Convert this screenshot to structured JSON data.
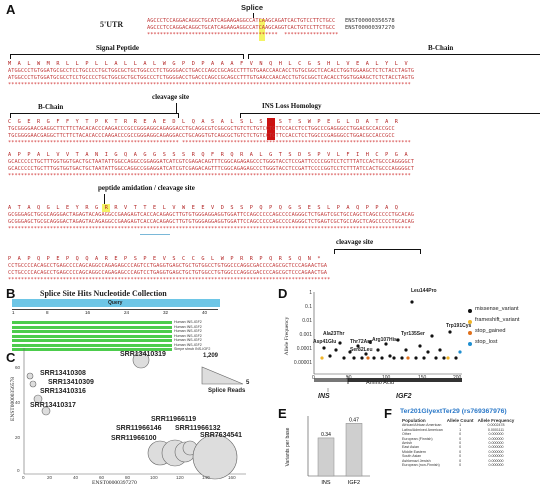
{
  "panelA": {
    "letter": "A",
    "utr_label": "5'UTR",
    "splice_label": "Splice",
    "utr_row1": "AGCCCTCCAGGACAGGCTGCATCAGAAGAGGCCATCAAGCAGATCACTGTCCTTCTGCC",
    "utr_row2": "AGCCCTCCAGGACAGGCTGCATCAGAAGAGGCCATCAAGCAGGTCACTGTCCTTCTGCC",
    "utr_stars": "*****************************************  *****************",
    "ens1": "ENST00000356578",
    "ens2": "ENST00000397270",
    "blocks": [
      {
        "labels": [
          "Signal Peptide",
          "B-Chain"
        ],
        "aa": "M  A  L  W  M  R  L  L  P  L  L  A  L  L  A  L  W  G  P  D  P  A  A  A  F  V  N  Q  H  L  C  G  S  H  L  V  E  A  L  Y  L  V",
        "dna1": "ATGGCCCTGTGGATGCGCCTCCTGCCCCTGCTGGCGCTGCTGGCCCTCTGGGGACCTGACCCAGCCGCAGCCTTTGTGAACCAACACCTGTGCGGCTCACACCTGGTGGAAGCTCTCTACCTAGTG",
        "dna2": "ATGGCCCTGTGGATGCGCCTCCTGCCCCTGCTGGCGCTGCTGGCCCTCTGGGGACCTGACCCAGCCGCAGCCTTTGTGAACCAACACCTGTGCGGCTCACACCTGGTGGAAGCTCTCTACCTAGTG",
        "stars": "*****************************************************************************************************************************"
      },
      {
        "labels": [
          "B-Chain",
          "cleavage site",
          "INS Loss Homology"
        ],
        "aa": "C  G  E  R  G  F  F  Y  T  P  K  T  R  R  E  A  E  D  L  Q  A  S  A  L  S  L  S  S  S  T  S  W  P  E  G  L  D  A  T  A  R",
        "dna1": "TGCGGGGAACGAGGCTTCTTCTACACACCCAAGACCCGCCGGGAGGCAGAGGACCTGCAGGCGTCGGCGCTGTCTCTGTCCTCTTCCACCTCCTGGCCCGAGGGCCTGGACGCCACCGCC",
        "dna2": "TGCGGGGAACGAGGCTTCTTCTACACACCCAAGACCCGCCGGGAGGCAGAGGACCTGCAGGTGTCAGCGCTGTCTCTGTCCTCTTCCACCTCCTGGCCCGAGGGCCTGGACGCCACCGCC",
        "stars": "***************************************************** ***********************************************************************"
      },
      {
        "labels": [],
        "aa": "A  P  P  A  L  V  V  T  A  N  I  G  Q  A  G  G  S  S  S  R  Q  F  R  Q  R  A  L  G  T  S  D  S  P  V  L  F  I  H  C  P  G  A",
        "dna1": "GCACCCCCTGCTTTGGTGGTGACTGCTAATATTGGCCAGGCCGGAGGATCATCGTCGAGACAGTTTCGGCAGAGAGCCCTGGGTACCTCCGATTCCCCGGTCCTCTTTATCCACTGCCCAGGGGCT",
        "dna2": "GCACCCCCTGCTTTGGTGGTGACTGCTAATATTGGCCAGGCCGGAGGATCATCGTCGAGACAGTTTCGGCAGAGAGCCCTGGGTACCTCCGATTCCCCGGTCCTCTTTATCCACTGCCCAGGGGCT",
        "stars": "*****************************************************************************************************************************"
      },
      {
        "labels": [
          "peptide amidation / cleavage site"
        ],
        "aa": "A  T  A  Q  G  L  E  Y  R  G  R  R  V  T  T  E  L  V  W  E  E  V  D  S  S  P  Q  P  Q  G  S  E  S  L  P  A  Q  P  P  A  Q",
        "dna1": "GCGGGAGCTGCGCAGGGACTAGAGTACAGAGGCCGAAGAGTCACCACAGAGCTTGTGTGGGAGGAGGTGGATTCCAGCCCCCAGCCCCAGGGCTCTGAGTCGCTGCCAGCTCAGCCCCCTGCACAG",
        "dna2": "GCGGGAGCTGCGCAGGGACTAGAGTACAGAGGCCGAAGAGTCACCACAGAGCTTGTGTGGGAGGAGGTGGATTCCAGCCCCCAGCCCCAGGGCTCTGAGTCGCTGCCAGCTCAGCCCCCTGCACAG",
        "stars": "*****************************************************************************************************************************"
      },
      {
        "labels": [
          "cleavage site"
        ],
        "aa": "P  A  P  Q  P  E  P  Q  Q  A  R  E  P  S  P  E  V  S  C  C  G  L  W  P  R  R  P  Q  R  S  Q  N  *",
        "dna1": "CCTGCCCCACAGCCTGAGCCCCAGCAGGCCAGAGAGCCCAGTCCTGAGGTGAGCTGCTGTGGCCTGTGGCCCAGGCGACCCCAGCGCTCCCAGAACTGA",
        "dna2": "CCTGCCCCACAGCCTGAGCCCCAGCAGGCCAGAGAGCCCAGTCCTGAGGTGAGCTGCTGTGGCCTGTGGCCCAGGCGACCCCAGCGCTCCCAGAACTGA",
        "stars": "****************************************************************************************************"
      }
    ]
  },
  "panelB": {
    "letter": "B",
    "title": "Splice Site Hits Nucleotide Collection",
    "query_label": "Query",
    "axis_ticks": [
      "1",
      "8",
      "16",
      "24",
      "32",
      "40"
    ],
    "hits": [
      "Human INS-IGF2",
      "Human INS-IGF2",
      "Human INS-IGF2",
      "Human INS-IGF2",
      "Human INS-IGF2",
      "Human INS-IGF2",
      "Simpe shrub INS-IGF2"
    ]
  },
  "panelC": {
    "letter": "C",
    "xlabel": "ENST00000397270",
    "ylabel": "ENST00000356578",
    "legend_max": "1,209",
    "legend_min": "5",
    "legend_caption": "Splice Reads",
    "bubbles": [
      {
        "label": "SRR13410308"
      },
      {
        "label": "SRR13410309"
      },
      {
        "label": "SRR13410316"
      },
      {
        "label": "SRR13410317"
      },
      {
        "label": "SRR13410319"
      },
      {
        "label": "SRR11966119"
      },
      {
        "label": "SRR11966146"
      },
      {
        "label": "SRR11966132"
      },
      {
        "label": "SRR11966100"
      },
      {
        "label": "SRR7634541"
      }
    ],
    "xticks": [
      "0",
      "20",
      "40",
      "60",
      "80",
      "100",
      "120",
      "140",
      "160"
    ],
    "yticks": [
      "0",
      "20",
      "40",
      "60"
    ]
  },
  "panelD": {
    "letter": "D",
    "ylabel": "Allele Frequency",
    "xlabel": "Amino Acid",
    "yticks": [
      "1",
      "0.1",
      "0.01",
      "0.001",
      "0.0001",
      "0.00001"
    ],
    "xticks": [
      "0",
      "50",
      "100",
      "150",
      "200"
    ],
    "annotations": [
      "Leu144Pro",
      "Ala23Thr",
      "Thr72Arg",
      "Arg107His",
      "Tyr135Ser",
      "Trp191Cys",
      "Asp41Glu",
      "Ser82Leu"
    ],
    "legend": [
      {
        "label": "missense_variant",
        "color": "#111111"
      },
      {
        "label": "frameshift_variant",
        "color": "#f0b428"
      },
      {
        "label": "stop_gained",
        "color": "#e0701c"
      },
      {
        "label": "stop_lost",
        "color": "#1f8fd0"
      }
    ],
    "gene1": "INS",
    "gene2": "IGF2"
  },
  "panelE": {
    "letter": "E",
    "ylabel": "Variants per base",
    "bars": [
      {
        "label": "INS",
        "value": 0.34
      },
      {
        "label": "IGF2",
        "value": 0.47
      }
    ]
  },
  "panelF": {
    "letter": "F",
    "title": "Ter201GlyextTer29 (rs769367976)",
    "columns": [
      "Population",
      "Allele Count",
      "Allele Frequency"
    ],
    "rows": [
      [
        "African/African American",
        "1",
        "0.0002478"
      ],
      [
        "Latino/Admixed American",
        "1",
        "0.0001111"
      ],
      [
        "Other",
        "0",
        "0.000000"
      ],
      [
        "European (Finnish)",
        "0",
        "0.000000"
      ],
      [
        "Amish",
        "0",
        "0.000000"
      ],
      [
        "East Asian",
        "0",
        "0.000000"
      ],
      [
        "Middle Eastern",
        "0",
        "0.000000"
      ],
      [
        "South Asian",
        "0",
        "0.000000"
      ],
      [
        "Ashkenazi Jewish",
        "0",
        "0.000000"
      ],
      [
        "European (non-Finnish)",
        "0",
        "0.000000"
      ]
    ]
  },
  "colors": {
    "accent_yellow": "#f2f24a",
    "accent_red": "#cc1111",
    "seq_red": "#c23b3b",
    "bar_gray": "#cfcfcf",
    "query_blue": "#6ec6e6",
    "hit_green": "#4ccc4c",
    "title_blue": "#2a78c8"
  }
}
